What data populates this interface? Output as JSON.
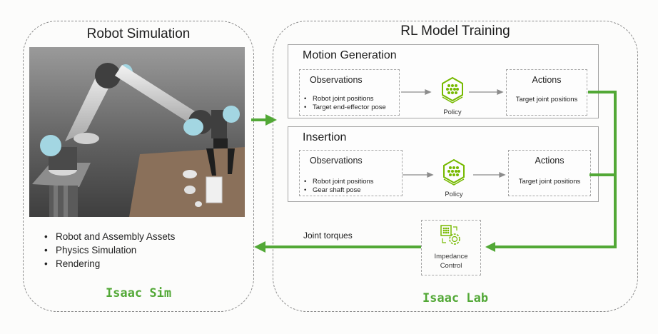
{
  "colors": {
    "accent_green": "#52a836",
    "icon_green": "#76b900",
    "border_gray": "#a5a5a5",
    "group_border": "#8a8a8a"
  },
  "sim": {
    "title": "Robot Simulation",
    "image_alt": "Simulated robot arm with gripper above a table with gears and a gear plate",
    "bullets": [
      "Robot and Assembly Assets",
      "Physics Simulation",
      "Rendering"
    ],
    "brand": "Isaac Sim"
  },
  "rl": {
    "title": "RL Model Training",
    "brand": "Isaac Lab",
    "sections": [
      {
        "title": "Motion Generation",
        "observations": {
          "title": "Observations",
          "items": [
            "Robot joint positions",
            "Target end-effector pose"
          ]
        },
        "policy_label": "Policy",
        "actions": {
          "title": "Actions",
          "text": "Target joint positions"
        }
      },
      {
        "title": "Insertion",
        "observations": {
          "title": "Observations",
          "items": [
            "Robot joint positions",
            "Gear shaft pose"
          ]
        },
        "policy_label": "Policy",
        "actions": {
          "title": "Actions",
          "text": "Target joint positions"
        }
      }
    ],
    "impedance": {
      "line1": "Impedance",
      "line2": "Control"
    },
    "torques_label": "Joint torques"
  },
  "icons": {
    "policy": "neural-network-hexagon-icon",
    "impedance": "gear-control-icon"
  }
}
